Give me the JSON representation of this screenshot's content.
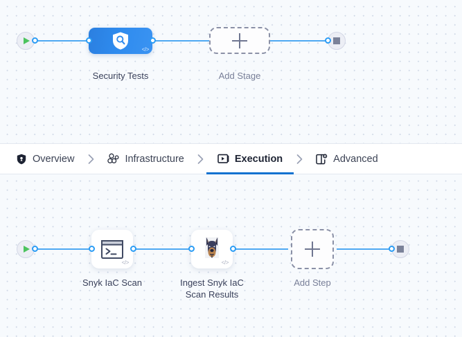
{
  "stage_canvas": {
    "start_node": {
      "name": "pipeline-start",
      "icon": "play-icon"
    },
    "end_node": {
      "name": "pipeline-end",
      "icon": "stop-icon"
    },
    "stage": {
      "label": "Security Tests",
      "icon": "shield-search-icon",
      "badge": "</>"
    },
    "add_stage": {
      "label": "Add Stage",
      "icon": "plus-icon"
    }
  },
  "tabs": {
    "separator": "›",
    "items": [
      {
        "label": "Overview",
        "icon": "shield-icon",
        "active": false
      },
      {
        "label": "Infrastructure",
        "icon": "cluster-icon",
        "active": false
      },
      {
        "label": "Execution",
        "icon": "play-box-icon",
        "active": true
      },
      {
        "label": "Advanced",
        "icon": "card-gear-icon",
        "active": false
      }
    ]
  },
  "step_canvas": {
    "start_node": {
      "name": "execution-start",
      "icon": "play-icon"
    },
    "end_node": {
      "name": "execution-end",
      "icon": "stop-icon"
    },
    "steps": [
      {
        "label": "Snyk IaC Scan",
        "icon": "terminal-icon",
        "badge": "</>"
      },
      {
        "label": "Ingest Snyk IaC\nScan Results",
        "icon": "snyk-dog-icon",
        "badge": "</>"
      }
    ],
    "add_step": {
      "label": "Add Step",
      "icon": "plus-icon"
    }
  },
  "colors": {
    "accent_blue": "#1272d0",
    "edge_blue": "#4EA9F2",
    "node_blue": "#2E8BEE",
    "start_green": "#4CC35E",
    "stop_gray": "#7b8299",
    "canvas_bg": "#f7fafd"
  }
}
